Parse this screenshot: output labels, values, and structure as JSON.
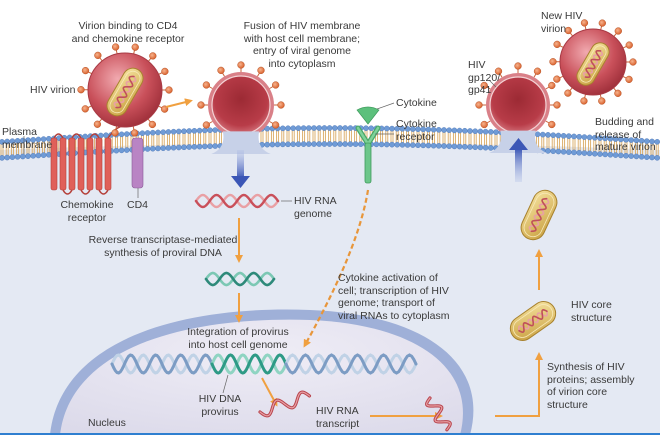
{
  "diagram": {
    "title": "HIV life cycle",
    "colors": {
      "cytoplasm": "#e4e9f3",
      "nucleus": "#e8e6f2",
      "nucleus_envelope": "#9fb0d8",
      "virion": "#c0454f",
      "spike": "#e8834e",
      "core": "#e6c667",
      "arrow_orange": "#f0a040",
      "arrow_blue": "#3d5db8",
      "rna": "#d06a6a",
      "dna_host": "#8fb0d0",
      "dna_hiv": "#2e9a86",
      "receptor_red": "#e0605a",
      "cd4": "#b984c4",
      "cytokine": "#5cc07c",
      "lipid_head": "#6f9bd6",
      "bottom_border": "#2f7fd0"
    },
    "labels": {
      "virion_binding": "Virion binding to CD4\nand chemokine receptor",
      "hiv_virion": "HIV virion",
      "plasma_membrane": "Plasma\nmembrane",
      "chemokine_receptor": "Chemokine\nreceptor",
      "cd4": "CD4",
      "fusion": "Fusion of HIV membrane\nwith host cell membrane;\nentry of viral genome\ninto cytoplasm",
      "cytokine": "Cytokine",
      "cytokine_receptor": "Cytokine\nreceptor",
      "new_hiv_virion": "New HIV\nvirion",
      "gp120": "HIV\ngp120/\ngp41",
      "budding": "Budding and\nrelease of\nmature virion",
      "hiv_rna_genome": "HIV RNA\ngenome",
      "reverse_transcriptase": "Reverse transcriptase-mediated\nsynthesis of proviral DNA",
      "cytokine_activation": "Cytokine activation of\ncell; transcription of HIV\ngenome; transport of\nviral RNAs to cytoplasm",
      "hiv_core_structure": "HIV core\nstructure",
      "integration": "Integration of provirus\ninto host cell genome",
      "hiv_dna_provirus": "HIV DNA\nprovirus",
      "hiv_rna_transcript": "HIV RNA\ntranscript",
      "synthesis": "Synthesis of HIV\nproteins; assembly\nof virion core\nstructure",
      "nucleus": "Nucleus"
    }
  }
}
